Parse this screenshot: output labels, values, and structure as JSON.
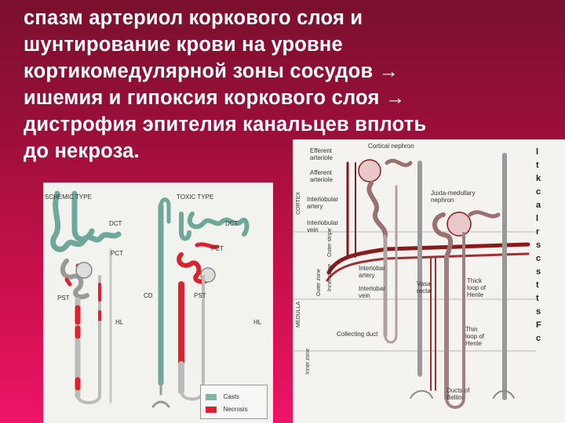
{
  "slide_text": [
    "спазм артериол коркового слоя и",
    "шунтирование крови на уровне",
    "кортикомедулярной зоны сосудов →",
    "ишемия и гипоксия коркового слоя →",
    "дистрофия эпителия канальцев вплоть",
    "до некроза."
  ],
  "figure_left": {
    "ischemic_title": "SCHEMIC TYPE",
    "toxic_title": "TOXIC TYPE",
    "labels": {
      "dct_left": "DCT",
      "pct_left": "PCT",
      "pst_left": "PST",
      "hl_left": "HL",
      "dct_right": "DCT",
      "pct_right": "PCT",
      "cd": "CD",
      "pst_right": "PST",
      "hl_right": "HL"
    },
    "legend": [
      {
        "label": "Casts",
        "color": "#7fb5a8"
      },
      {
        "label": "Necrosis",
        "color": "#d9232e"
      }
    ]
  },
  "figure_right": {
    "labels": {
      "afferent_arteriole": "Afferent\narteriole",
      "efferent_arteriole": "Efferent\narteriole",
      "cortical_nephron": "Cortical nephron",
      "juxtamedullary_nephron": "Juxta-medullary\nnephron",
      "interlobular_artery": "Interlobular\nartery",
      "interlobular_vein": "Interlobular\nvein",
      "interlobar_artery": "Interlobar\nartery",
      "interlobar_vein": "Interlobar\nvein",
      "vasa_recta": "Vasa\nrecta",
      "thick_loop": "Thick\nloop of\nHenle",
      "thin_loop": "Thin\nloop of\nHenle",
      "collecting_duct": "Collecting duct",
      "ducts_bellini": "Ducts of\nBellini"
    },
    "side_labels": [
      "CORTEX",
      "Outer zone",
      "Inner stripe",
      "Outer stripe",
      "MEDULLA",
      "Inner zone"
    ],
    "right_edge_chars": [
      "l",
      "t",
      "k",
      "c",
      "a",
      "",
      "l",
      "r",
      "",
      "s",
      "",
      "c",
      "s",
      "t",
      "t",
      "",
      "s",
      "",
      "F",
      "c"
    ]
  }
}
